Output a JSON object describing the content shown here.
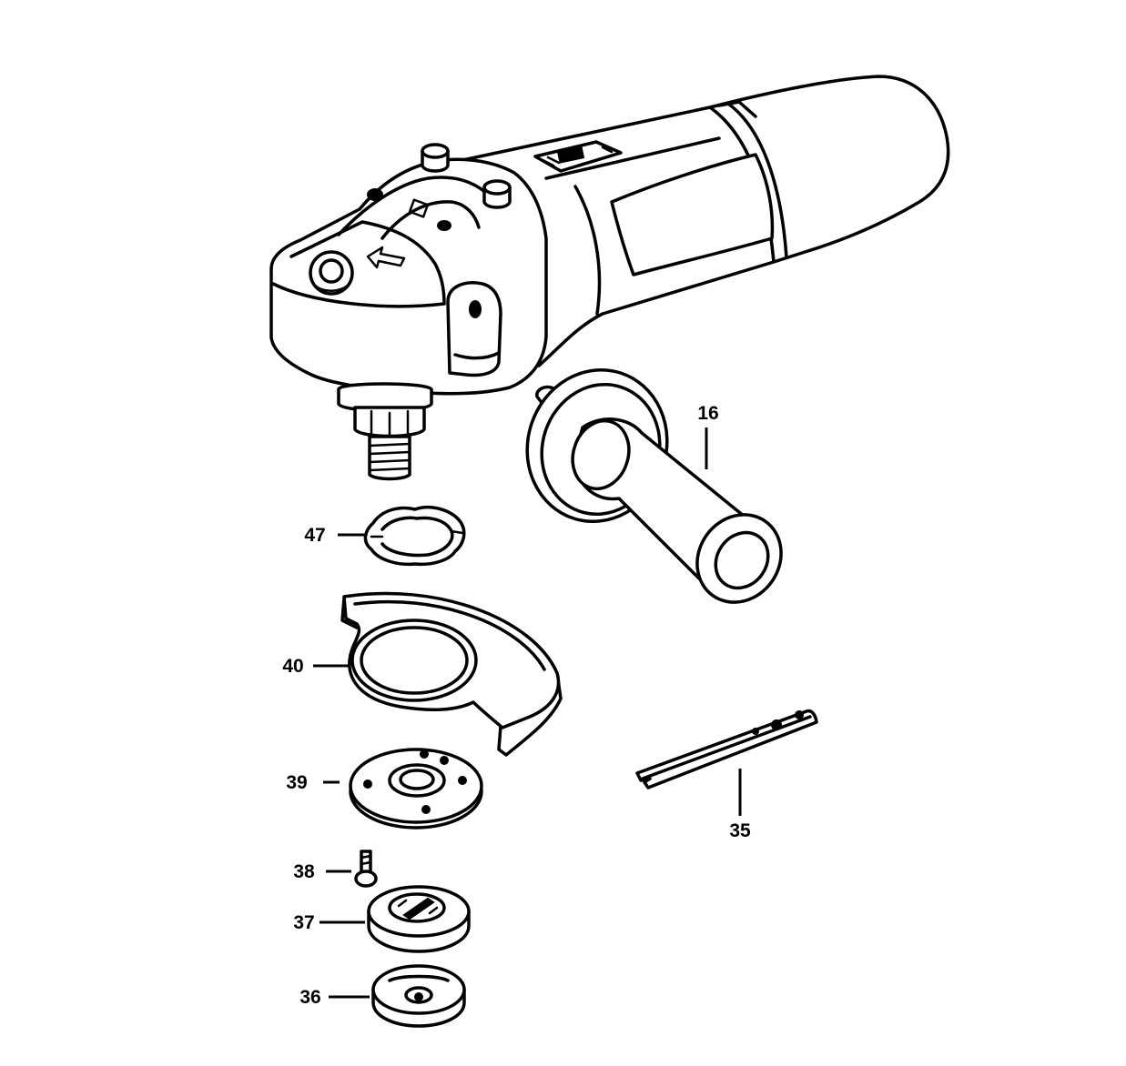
{
  "diagram": {
    "background": "#ffffff",
    "line_color": "#000000"
  },
  "parts": [
    {
      "number": "16"
    },
    {
      "number": "47"
    },
    {
      "number": "40"
    },
    {
      "number": "39"
    },
    {
      "number": "38"
    },
    {
      "number": "37"
    },
    {
      "number": "36"
    },
    {
      "number": "35"
    }
  ]
}
